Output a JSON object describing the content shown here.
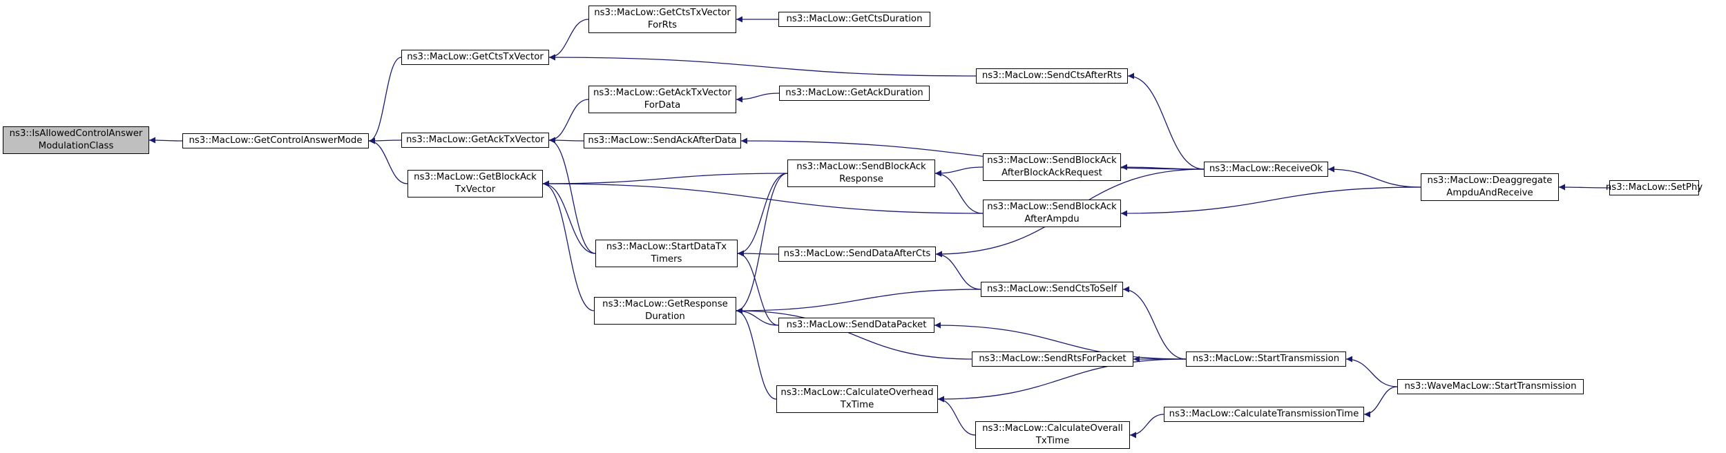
{
  "colors": {
    "edge": "#191970",
    "node_border": "#000000",
    "root_fill": "#bfbfbf",
    "node_fill": "#ffffff"
  },
  "nodes": [
    {
      "id": "n0",
      "lines": [
        "ns3::IsAllowedControlAnswer",
        "ModulationClass"
      ],
      "root": true
    },
    {
      "id": "n1",
      "lines": [
        "ns3::MacLow::GetControlAnswerMode"
      ]
    },
    {
      "id": "n2",
      "lines": [
        "ns3::MacLow::GetCtsTxVector"
      ]
    },
    {
      "id": "n3",
      "lines": [
        "ns3::MacLow::GetAckTxVector"
      ]
    },
    {
      "id": "n4",
      "lines": [
        "ns3::MacLow::GetBlockAck",
        "TxVector"
      ]
    },
    {
      "id": "n5",
      "lines": [
        "ns3::MacLow::GetCtsTxVector",
        "ForRts"
      ]
    },
    {
      "id": "n6",
      "lines": [
        "ns3::MacLow::GetCtsDuration"
      ]
    },
    {
      "id": "n7",
      "lines": [
        "ns3::MacLow::SendCtsAfterRts"
      ]
    },
    {
      "id": "n8",
      "lines": [
        "ns3::MacLow::GetAckTxVector",
        "ForData"
      ]
    },
    {
      "id": "n9",
      "lines": [
        "ns3::MacLow::GetAckDuration"
      ]
    },
    {
      "id": "n10",
      "lines": [
        "ns3::MacLow::SendAckAfterData"
      ]
    },
    {
      "id": "n11",
      "lines": [
        "ns3::MacLow::StartDataTx",
        "Timers"
      ]
    },
    {
      "id": "n12",
      "lines": [
        "ns3::MacLow::SendBlockAck",
        "Response"
      ]
    },
    {
      "id": "n13",
      "lines": [
        "ns3::MacLow::SendBlockAck",
        "AfterBlockAckRequest"
      ]
    },
    {
      "id": "n14",
      "lines": [
        "ns3::MacLow::SendBlockAck",
        "AfterAmpdu"
      ]
    },
    {
      "id": "n15",
      "lines": [
        "ns3::MacLow::ReceiveOk"
      ]
    },
    {
      "id": "n16",
      "lines": [
        "ns3::MacLow::Deaggregate",
        "AmpduAndReceive"
      ]
    },
    {
      "id": "n17",
      "lines": [
        "ns3::MacLow::SetPhy"
      ]
    },
    {
      "id": "n18",
      "lines": [
        "ns3::MacLow::GetResponse",
        "Duration"
      ]
    },
    {
      "id": "n19",
      "lines": [
        "ns3::MacLow::SendDataAfterCts"
      ]
    },
    {
      "id": "n20",
      "lines": [
        "ns3::MacLow::SendCtsToSelf"
      ]
    },
    {
      "id": "n21",
      "lines": [
        "ns3::MacLow::SendDataPacket"
      ]
    },
    {
      "id": "n22",
      "lines": [
        "ns3::MacLow::SendRtsForPacket"
      ]
    },
    {
      "id": "n23",
      "lines": [
        "ns3::MacLow::StartTransmission"
      ]
    },
    {
      "id": "n24",
      "lines": [
        "ns3::MacLow::CalculateOverhead",
        "TxTime"
      ]
    },
    {
      "id": "n25",
      "lines": [
        "ns3::WaveMacLow::StartTransmission"
      ]
    },
    {
      "id": "n26",
      "lines": [
        "ns3::MacLow::CalculateOverall",
        "TxTime"
      ]
    },
    {
      "id": "n27",
      "lines": [
        "ns3::MacLow::CalculateTransmissionTime"
      ]
    }
  ],
  "edges": [
    [
      "n1",
      "n0"
    ],
    [
      "n2",
      "n1"
    ],
    [
      "n3",
      "n1"
    ],
    [
      "n4",
      "n1"
    ],
    [
      "n5",
      "n2"
    ],
    [
      "n7",
      "n2"
    ],
    [
      "n6",
      "n5"
    ],
    [
      "n8",
      "n3"
    ],
    [
      "n10",
      "n3"
    ],
    [
      "n11",
      "n3"
    ],
    [
      "n9",
      "n8"
    ],
    [
      "n12",
      "n4"
    ],
    [
      "n14",
      "n4"
    ],
    [
      "n11",
      "n4"
    ],
    [
      "n18",
      "n4"
    ],
    [
      "n15",
      "n7"
    ],
    [
      "n15",
      "n10"
    ],
    [
      "n12",
      "n11"
    ],
    [
      "n19",
      "n11"
    ],
    [
      "n21",
      "n11"
    ],
    [
      "n13",
      "n12"
    ],
    [
      "n14",
      "n12"
    ],
    [
      "n15",
      "n13"
    ],
    [
      "n16",
      "n14"
    ],
    [
      "n16",
      "n15"
    ],
    [
      "n17",
      "n16"
    ],
    [
      "n12",
      "n18"
    ],
    [
      "n20",
      "n18"
    ],
    [
      "n21",
      "n18"
    ],
    [
      "n22",
      "n18"
    ],
    [
      "n24",
      "n18"
    ],
    [
      "n15",
      "n19"
    ],
    [
      "n20",
      "n19"
    ],
    [
      "n23",
      "n20"
    ],
    [
      "n23",
      "n21"
    ],
    [
      "n23",
      "n22"
    ],
    [
      "n23",
      "n24"
    ],
    [
      "n25",
      "n23"
    ],
    [
      "n26",
      "n24"
    ],
    [
      "n27",
      "n26"
    ],
    [
      "n25",
      "n27"
    ]
  ]
}
